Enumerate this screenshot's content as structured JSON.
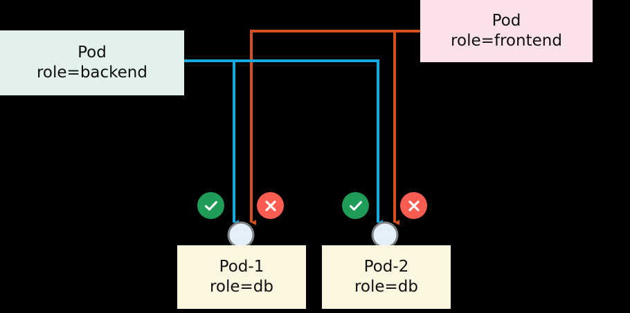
{
  "diagram": {
    "title": "Kubernetes network policy pod selector diagram",
    "background_color": "#000000"
  },
  "nodes": [
    {
      "id": "backend",
      "name": "pod-backend",
      "line1": "Pod",
      "line2": "role=backend",
      "fill": "#e2f1e9",
      "text_color": "#0f0f0f"
    },
    {
      "id": "frontend",
      "name": "pod-frontend",
      "line1": "Pod",
      "line2": "role=frontend",
      "fill": "#fbe2ea",
      "text_color": "#0f0f0f"
    },
    {
      "id": "db1",
      "name": "pod-1-db",
      "line1": "Pod-1",
      "line2": "role=db",
      "fill": "#fcf6e0",
      "text_color": "#0f0f0f"
    },
    {
      "id": "db2",
      "name": "pod-2-db",
      "line1": "Pod-2",
      "line2": "role=db",
      "fill": "#fcf6e0",
      "text_color": "#0f0f0f"
    }
  ],
  "edges": [
    {
      "id": "backend-to-db1",
      "name": "edge-backend-to-pod-1",
      "source": "backend",
      "target": "db1",
      "color": "#17a9e0",
      "verdict": "allowed"
    },
    {
      "id": "backend-to-db2",
      "name": "edge-backend-to-pod-2",
      "source": "backend",
      "target": "db2",
      "color": "#17a9e0",
      "verdict": "allowed"
    },
    {
      "id": "frontend-to-db1",
      "name": "edge-frontend-to-pod-1",
      "source": "frontend",
      "target": "db1",
      "color": "#d4511e",
      "verdict": "denied"
    },
    {
      "id": "frontend-to-db2",
      "name": "edge-frontend-to-pod-2",
      "source": "frontend",
      "target": "db2",
      "color": "#d4511e",
      "verdict": "denied"
    }
  ],
  "badges": [
    {
      "id": "allow-db1",
      "name": "allow-badge-pod-1",
      "icon": "check-icon",
      "kind": "allow",
      "color": "#1f9d58"
    },
    {
      "id": "deny-db1",
      "name": "deny-badge-pod-1",
      "icon": "cross-icon",
      "kind": "deny",
      "color": "#f95d52"
    },
    {
      "id": "allow-db2",
      "name": "allow-badge-pod-2",
      "icon": "check-icon",
      "kind": "allow",
      "color": "#1f9d58"
    },
    {
      "id": "deny-db2",
      "name": "deny-badge-pod-2",
      "icon": "cross-icon",
      "kind": "deny",
      "color": "#f95d52"
    }
  ],
  "endpoints": [
    {
      "id": "endpoint-db1",
      "name": "endpoint-circle-pod-1",
      "fill": "#e3f0fa",
      "stroke": "#808080"
    },
    {
      "id": "endpoint-db2",
      "name": "endpoint-circle-pod-2",
      "fill": "#e3f0fa",
      "stroke": "#808080"
    }
  ]
}
